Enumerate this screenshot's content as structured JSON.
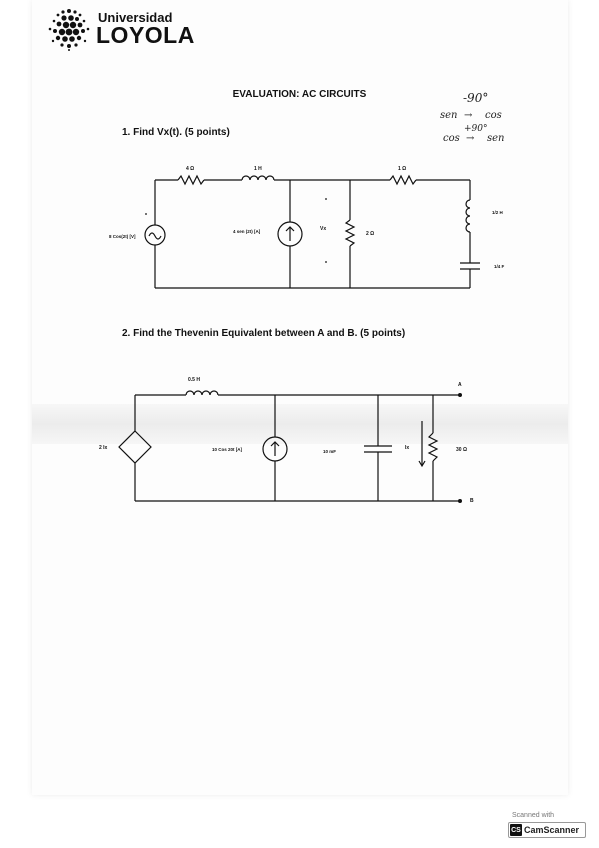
{
  "header": {
    "university": "Universidad",
    "brand": "LOYOLA"
  },
  "title": "EVALUATION: AC CIRCUITS",
  "notes": {
    "angle_minus": "-90°",
    "sen_to_cos_from": "sen",
    "sen_to_cos_arrow": "→",
    "sen_to_cos_to": "cos",
    "angle_plus": "+90°",
    "cos_to_sen_from": "cos",
    "cos_to_sen_arrow": "→",
    "cos_to_sen_to": "sen"
  },
  "question1": {
    "text": "1.  Find Vx(t). (5 points)",
    "labels": {
      "r1": "4 Ω",
      "l1": "1 H",
      "r2": "1 Ω",
      "source_v": "8 Cos(2t) [V]",
      "source_i": "4 sen (2t) [A]",
      "vx": "Vx",
      "r3": "2 Ω",
      "l2": "1/2 H",
      "c1": "1/4 F"
    }
  },
  "question2": {
    "text": "2.  Find the Thevenin Equivalent between A and B. (5 points)",
    "labels": {
      "l1": "0.5 H",
      "dep_source": "2 Ix",
      "source_i": "10 Cos 20t [A]",
      "cap": "10 mF",
      "ix": "Ix",
      "res": "30 Ω",
      "node_a": "A",
      "node_b": "B"
    }
  },
  "footer": {
    "scanned_with": "Scanned with",
    "badge_icon": "CS",
    "app_name": "CamScanner"
  }
}
